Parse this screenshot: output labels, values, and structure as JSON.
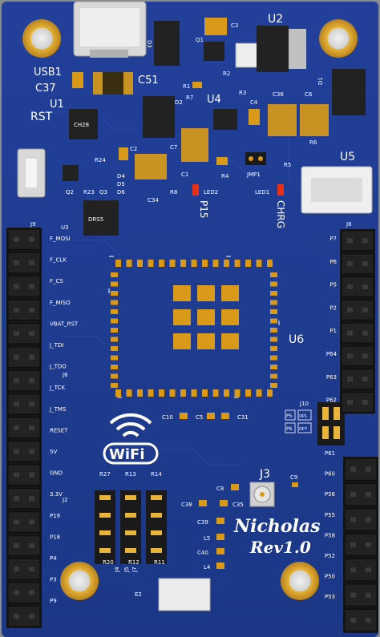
{
  "board": {
    "designer": "Nicholas",
    "revision": "Rev1.0",
    "wifi_logo": "WiFi"
  },
  "chips": {
    "u1_text": "CH28",
    "u3_text": "DRS5",
    "u2_label": "U2",
    "u4_label": "U4",
    "u6_label": "U6",
    "u1_label": "U1",
    "u3_label": "U3",
    "u5_label": "U5"
  },
  "components": {
    "usb": "USB1",
    "c37": "C37",
    "rst": "RST",
    "c51": "C51",
    "d3": "D3",
    "c3": "C3",
    "q1": "Q1",
    "r2": "R2",
    "r1": "R1",
    "r7": "R7",
    "r3": "R3",
    "d2": "D2",
    "c4": "C4",
    "c36": "C36",
    "c6": "C6",
    "d1": "D1",
    "c2": "C2",
    "c7": "C7",
    "r24": "R24",
    "d4": "D4",
    "d5": "D5",
    "d6": "D6",
    "q2": "Q2",
    "r23": "R23",
    "q3": "Q3",
    "c1": "C1",
    "r4": "R4",
    "jmp1": "JMP1",
    "r5": "R5",
    "r6": "R6",
    "c34": "C34",
    "r8": "R8",
    "led2": "LED2",
    "p15": "P15",
    "led1": "LED1",
    "chrg": "CHRG",
    "j9": "J9",
    "j8": "J8",
    "j6": "J6",
    "j2": "J2",
    "j10": "J10",
    "j3": "J3",
    "c10": "C10",
    "c5": "C5",
    "c31": "C31",
    "c8": "C8",
    "c9": "C9",
    "c38": "C38",
    "c35": "C35",
    "c39": "C39",
    "l5": "L5",
    "c40": "C40",
    "l4": "L4",
    "r27": "R27",
    "r13": "R13",
    "r14": "R14",
    "r20": "R20",
    "r12": "R12",
    "r11": "R11",
    "j4": "J4",
    "j7": "J7",
    "j5": "J5",
    "e2": "E2"
  },
  "left_pins": [
    "F_MOSI",
    "F_CLK",
    "F_CS",
    "F_MISO",
    "VBAT_RST",
    "J_TDI",
    "J_TDO",
    "J_TCK",
    "J_TMS",
    "RESET",
    "5V",
    "GND",
    "3.3V",
    "P19",
    "P18",
    "P4",
    "P3",
    "P9"
  ],
  "right_pins_top": [
    "P7",
    "P6",
    "P5",
    "P2",
    "P1",
    "P64",
    "P63",
    "P62"
  ],
  "right_pins_bottom": [
    "P61",
    "P60",
    "P56",
    "P55",
    "P58",
    "P52",
    "P50",
    "P53"
  ],
  "j10_labels": [
    "P5",
    "OP1",
    "P6",
    "OP7"
  ],
  "colors": {
    "pcb": "#1d3a8c",
    "copper": "#d99a1a",
    "silkscreen": "#ffffff",
    "header": "#1a1a1a",
    "led": "#e83018"
  }
}
